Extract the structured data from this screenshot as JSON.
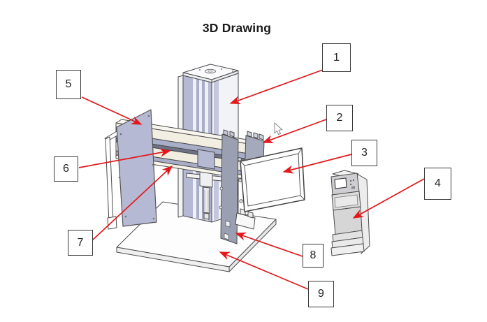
{
  "title": "3D Drawing",
  "callouts": [
    {
      "label": "1"
    },
    {
      "label": "2"
    },
    {
      "label": "3"
    },
    {
      "label": "4"
    },
    {
      "label": "5"
    },
    {
      "label": "6"
    },
    {
      "label": "7"
    },
    {
      "label": "8"
    },
    {
      "label": "9"
    }
  ],
  "icons": {
    "cursor": "mouse-pointer-arrow"
  },
  "colors": {
    "arrow-red": "#e2191c",
    "panel-lavender": "#b6b9d3",
    "panel-lavender-dark": "#a8adc8",
    "plate-gray": "#9aa0b2",
    "beam-cream": "#f2efe2",
    "outline": "#4b4b4b",
    "background": "#ffffff",
    "text": "#1a1a1a"
  }
}
